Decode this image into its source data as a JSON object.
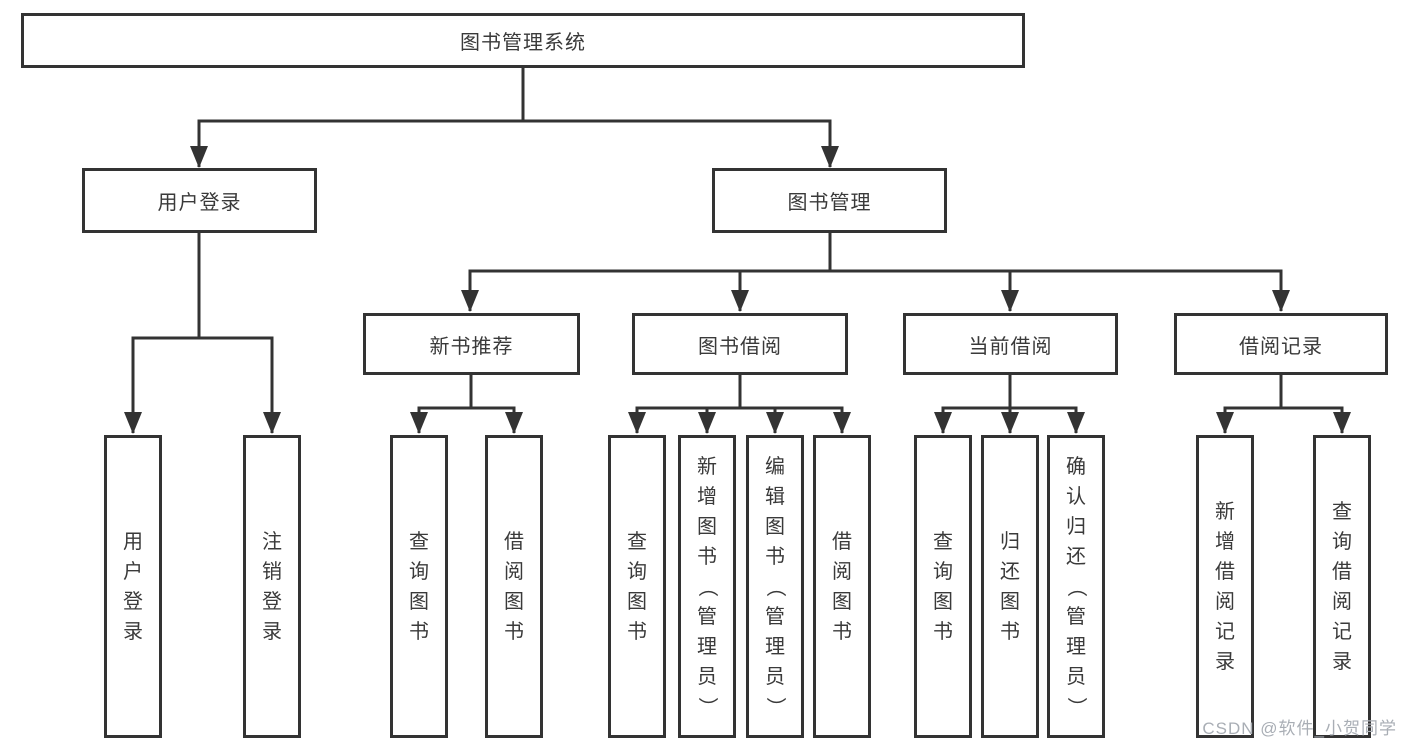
{
  "diagram": {
    "root": "图书管理系统",
    "level2": [
      "用户登录",
      "图书管理"
    ],
    "level3": [
      "新书推荐",
      "图书借阅",
      "当前借阅",
      "借阅记录"
    ],
    "leaves": {
      "login": [
        "用户登录",
        "注销登录"
      ],
      "recommend": [
        "查询图书",
        "借阅图书"
      ],
      "borrow": [
        "查询图书",
        "新增图书（管理员）",
        "编辑图书（管理员）",
        "借阅图书"
      ],
      "current": [
        "查询图书",
        "归还图书",
        "确认归还（管理员）"
      ],
      "records": [
        "新增借阅记录",
        "查询借阅记录"
      ]
    }
  },
  "watermark": "CSDN @软件_小贺同学",
  "colors": {
    "line": "#333333",
    "box_border": "#333333",
    "text": "#3a3a3a",
    "watermark": "#a9aeb5",
    "background": "#ffffff"
  }
}
